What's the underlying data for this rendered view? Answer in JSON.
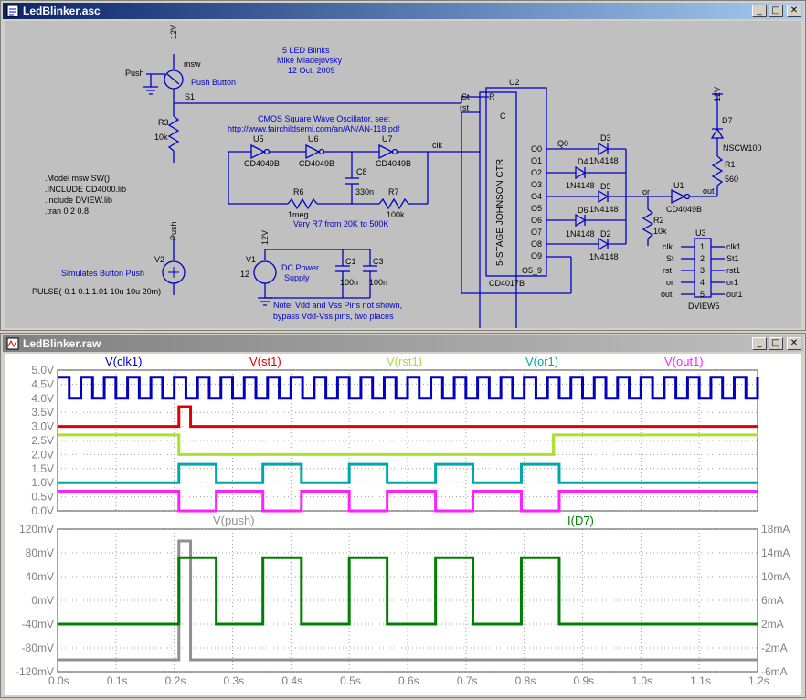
{
  "schematic_window": {
    "title": "LedBlinker.asc",
    "header": [
      "5 LED Blinks",
      "Mike Mladejovsky",
      "12 Oct, 2009"
    ],
    "osc_note": [
      "CMOS Square Wave Oscillator, see:",
      "http://www.fairchildsemi.com/an/AN/AN-118.pdf"
    ],
    "directives": [
      ".Model msw SW()",
      ".INCLUDE CD4000.lib",
      ".include DVIEW.lib",
      ".tran 0 2 0.8"
    ],
    "vary_note": "Vary R7 from 20K to 500K",
    "pin_note": [
      "Note: Vdd and Vss Pins not shown,",
      "bypass Vdd-Vss pins, two places"
    ],
    "sim_note": "Simulates Button Push",
    "pulse": "PULSE(-0.1 0.1 1.01 10u 10u 20m)",
    "labels": {
      "v12_a": "12V",
      "msw": "msw",
      "push_a": "Push",
      "push_button": "Push Button",
      "s1": "S1",
      "r3": "R3",
      "r3v": "10k",
      "u5": "U5",
      "u6": "U6",
      "u7": "U7",
      "cd4049b": "CD4049B",
      "c8": "C8",
      "c8v": "330n",
      "r6": "R6",
      "r6v": "1meg",
      "r7": "R7",
      "r7v": "100k",
      "clk": "clk",
      "st": "St",
      "rst": "rst",
      "u2": "U2",
      "r": "R",
      "c": "C",
      "johnson": "5-STAGE JOHNSON CTR",
      "cd4017b": "CD4017B",
      "q0": "Q0",
      "o0": "O0",
      "o1": "O1",
      "o2": "O2",
      "o3": "O3",
      "o4": "O4",
      "o5": "O5",
      "o6": "O6",
      "o7": "O7",
      "o8": "O8",
      "o9": "O9",
      "o5_9": "O5_9",
      "d3": "D3",
      "d4": "D4",
      "d5": "D5",
      "d6": "D6",
      "d2": "D2",
      "n4148": "1N4148",
      "or": "or",
      "r2": "R2",
      "r2v": "10k",
      "u1": "U1",
      "out": "out",
      "v12_b": "12V",
      "d7": "D7",
      "nscw100": "NSCW100",
      "r1": "R1",
      "r1v": "560",
      "u3": "U3",
      "clk1": "clk1",
      "st1": "St1",
      "rst1": "rst1",
      "or1": "or1",
      "out1": "out1",
      "dview5": "DVIEW5",
      "p1": "1",
      "p2": "2",
      "p3": "3",
      "p4": "4",
      "p5": "5",
      "push_b": "Push",
      "v2": "V2",
      "v12_c": "12V",
      "v1": "V1",
      "v1v": "12",
      "dc_power": "DC Power",
      "supply": "Supply",
      "c1": "C1",
      "c1v": "100n",
      "c3": "C3",
      "c3v": "100n"
    }
  },
  "waveform_window": {
    "title": "LedBlinker.raw",
    "top_pane": {
      "traces": [
        {
          "name": "V(clk1)",
          "color": "#0000c0"
        },
        {
          "name": "V(st1)",
          "color": "#e00000"
        },
        {
          "name": "V(rst1)",
          "color": "#a6e22e"
        },
        {
          "name": "V(or1)",
          "color": "#00a8a8"
        },
        {
          "name": "V(out1)",
          "color": "#ff20ff"
        }
      ],
      "y_ticks": [
        "5.0V",
        "4.5V",
        "4.0V",
        "3.5V",
        "3.0V",
        "2.5V",
        "2.0V",
        "1.5V",
        "1.0V",
        "0.5V",
        "0.0V"
      ]
    },
    "bottom_pane": {
      "traces": [
        {
          "name": "V(push)",
          "color": "#909090"
        },
        {
          "name": "I(D7)",
          "color": "#008000"
        }
      ],
      "y_left_ticks": [
        "120mV",
        "80mV",
        "40mV",
        "0mV",
        "-40mV",
        "-80mV",
        "-120mV"
      ],
      "y_right_ticks": [
        "18mA",
        "14mA",
        "10mA",
        "6mA",
        "2mA",
        "-2mA",
        "-6mA"
      ]
    },
    "x_ticks": [
      "0.0s",
      "0.1s",
      "0.2s",
      "0.3s",
      "0.4s",
      "0.5s",
      "0.6s",
      "0.7s",
      "0.8s",
      "0.9s",
      "1.0s",
      "1.1s",
      "1.2s"
    ]
  },
  "chart_data": {
    "type": "line",
    "x_unit": "s",
    "xlim": [
      0,
      1.2
    ],
    "top": {
      "ylim": [
        0,
        5
      ],
      "clk_period": 0.04,
      "clk_high": 4.75,
      "clk_low": 4.0,
      "st_base": 3.0,
      "st_pulse": 3.7,
      "st_pulse_t": [
        0.208,
        0.228
      ],
      "rst_high": 2.7,
      "rst_low": 2.0,
      "rst_low_t": [
        0.208,
        0.85
      ],
      "or_high": 1.65,
      "or_low": 1.0,
      "or_high_intervals": [
        [
          0.208,
          0.272
        ],
        [
          0.352,
          0.418
        ],
        [
          0.5,
          0.565
        ],
        [
          0.648,
          0.712
        ],
        [
          0.795,
          0.86
        ]
      ],
      "out_high": 0.7,
      "out_low": 0.0,
      "out_low_intervals": [
        [
          0.208,
          0.272
        ],
        [
          0.352,
          0.418
        ],
        [
          0.5,
          0.565
        ],
        [
          0.648,
          0.712
        ],
        [
          0.795,
          0.86
        ]
      ]
    },
    "bottom": {
      "ylim_mv": [
        -120,
        120
      ],
      "ylim_ma": [
        -6,
        18
      ],
      "push_base_mv": -100,
      "push_pulse_mv": 100,
      "push_pulse_t": [
        0.208,
        0.228
      ],
      "d7_base_ma": 2,
      "d7_high_ma": 13.2,
      "d7_high_intervals": [
        [
          0.208,
          0.272
        ],
        [
          0.352,
          0.418
        ],
        [
          0.5,
          0.565
        ],
        [
          0.648,
          0.712
        ],
        [
          0.795,
          0.86
        ]
      ]
    }
  }
}
